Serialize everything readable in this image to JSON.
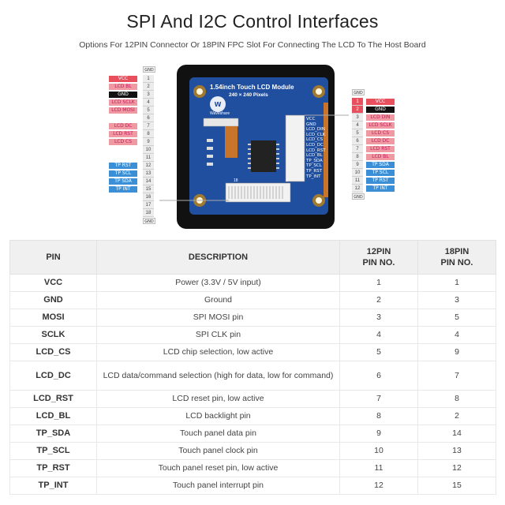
{
  "header": {
    "title": "SPI And I2C Control Interfaces",
    "subtitle": "Options For 12PIN Connector Or 18PIN FPC Slot For Connecting The LCD To The Host Board"
  },
  "board": {
    "name": "1.54inch Touch LCD Module",
    "resolution": "240 × 240 Pixels",
    "brand": "Waveshare",
    "fpc_pin_1": "1",
    "fpc_pin_18": "18",
    "silk_labels": [
      "VCC",
      "GND",
      "LCD_DIN",
      "LCD_CLK",
      "LCD_CS",
      "LCD_DC",
      "LCD_RST",
      "LCD_BL",
      "TP_SDA",
      "TP_SCL",
      "TP_RST",
      "TP_INT"
    ],
    "colors": {
      "pcb": "#1f4f9e",
      "frame": "#111111",
      "fpc": "#c8742a"
    }
  },
  "left_header": {
    "top_label": "GND",
    "bottom_label": "GND",
    "labels": [
      "VCC",
      "LCD BL",
      "GND",
      "LCD SCLK",
      "LCD MOSI",
      "",
      "LCD DC",
      "LCD RST",
      "LCD CS",
      "",
      "",
      "TP RST",
      "TP SCL",
      "TP SDA",
      "TP INT",
      "",
      "",
      ""
    ],
    "styles": [
      "vcc",
      "red",
      "gnd",
      "red",
      "red",
      "",
      "red",
      "red",
      "red",
      "",
      "",
      "blue",
      "blue",
      "blue",
      "blue",
      "",
      "",
      ""
    ],
    "numbers": [
      "1",
      "2",
      "3",
      "4",
      "5",
      "6",
      "7",
      "8",
      "9",
      "10",
      "11",
      "12",
      "13",
      "14",
      "15",
      "16",
      "17",
      "18"
    ]
  },
  "right_header": {
    "top_label": "GND",
    "bottom_label": "GND",
    "labels": [
      "VCC",
      "GND",
      "LCD DIN",
      "LCD SCLK",
      "LCD CS",
      "LCD DC",
      "LCD RST",
      "LCD BL",
      "TP SDA",
      "TP SCL",
      "TP RST",
      "TP INT"
    ],
    "styles": [
      "vcc",
      "gnd",
      "red",
      "red",
      "red",
      "red",
      "red",
      "red",
      "blue",
      "blue",
      "blue",
      "blue"
    ],
    "numbers": [
      "1",
      "2",
      "3",
      "4",
      "5",
      "6",
      "7",
      "8",
      "9",
      "10",
      "11",
      "12"
    ]
  },
  "table": {
    "headers": {
      "pin": "PIN",
      "description": "DESCRIPTION",
      "pin12_line1": "12PIN",
      "pin12_line2": "PIN NO.",
      "pin18_line1": "18PIN",
      "pin18_line2": "PIN NO."
    },
    "rows": [
      {
        "pin": "VCC",
        "desc": "Power (3.3V / 5V input)",
        "p12": "1",
        "p18": "1"
      },
      {
        "pin": "GND",
        "desc": "Ground",
        "p12": "2",
        "p18": "3"
      },
      {
        "pin": "MOSI",
        "desc": "SPI MOSI pin",
        "p12": "3",
        "p18": "5"
      },
      {
        "pin": "SCLK",
        "desc": "SPI CLK pin",
        "p12": "4",
        "p18": "4"
      },
      {
        "pin": "LCD_CS",
        "desc": "LCD chip selection, low active",
        "p12": "5",
        "p18": "9"
      },
      {
        "pin": "LCD_DC",
        "desc": "LCD data/command selection (high for data, low for command)",
        "p12": "6",
        "p18": "7"
      },
      {
        "pin": "LCD_RST",
        "desc": "LCD reset pin, low active",
        "p12": "7",
        "p18": "8"
      },
      {
        "pin": "LCD_BL",
        "desc": "LCD backlight pin",
        "p12": "8",
        "p18": "2"
      },
      {
        "pin": "TP_SDA",
        "desc": "Touch panel data pin",
        "p12": "9",
        "p18": "14"
      },
      {
        "pin": "TP_SCL",
        "desc": "Touch panel clock pin",
        "p12": "10",
        "p18": "13"
      },
      {
        "pin": "TP_RST",
        "desc": "Touch panel reset pin, low active",
        "p12": "11",
        "p18": "12"
      },
      {
        "pin": "TP_INT",
        "desc": "Touch panel interrupt pin",
        "p12": "12",
        "p18": "15"
      }
    ]
  }
}
